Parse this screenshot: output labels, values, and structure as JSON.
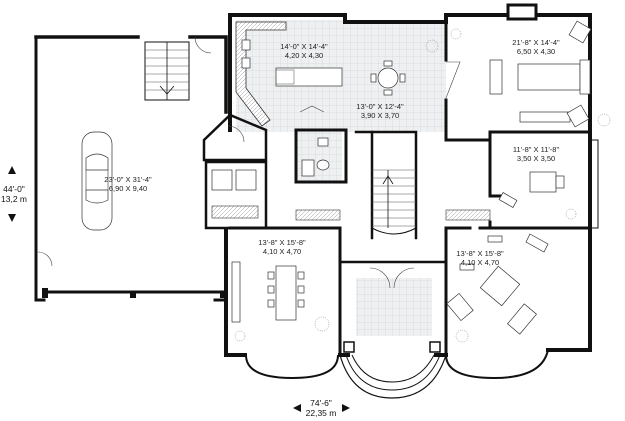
{
  "plan": {
    "rooms": [
      {
        "id": "kitchen",
        "imperial": "14'-0\" X 14'-4\"",
        "metric": "4,20 X 4,30"
      },
      {
        "id": "family-room",
        "imperial": "21'-8\" X 14'-4\"",
        "metric": "6,50 X 4,30"
      },
      {
        "id": "breakfast-nook",
        "imperial": "13'-0\" X 12'-4\"",
        "metric": "3,90 X 3,70"
      },
      {
        "id": "study",
        "imperial": "11'-8\" X 11'-8\"",
        "metric": "3,50 X 3,50"
      },
      {
        "id": "garage",
        "imperial": "23'-0\" X 31'-4\"",
        "metric": "6,90 X 9,40"
      },
      {
        "id": "dining-room",
        "imperial": "13'-8\" X 15'-8\"",
        "metric": "4,10 X 4,70"
      },
      {
        "id": "living-room",
        "imperial": "13'-8\" X 15'-8\"",
        "metric": "4,10 X 4,70"
      }
    ],
    "overall_width": {
      "imperial": "74'-6\"",
      "metric": "22,35 m"
    },
    "overall_depth": {
      "imperial": "44'-0\"",
      "metric": "13,2 m"
    }
  },
  "colors": {
    "wall": "#111111",
    "tile": "#e9ecef",
    "line": "#333333",
    "paper": "#ffffff"
  }
}
